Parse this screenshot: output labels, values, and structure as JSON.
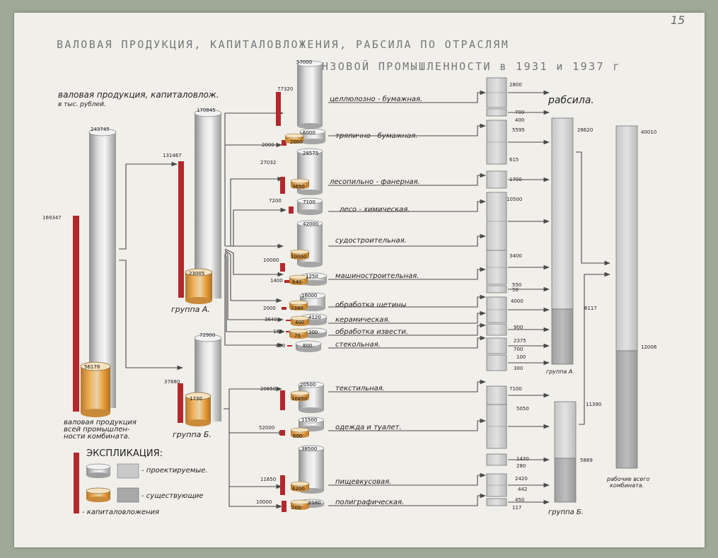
{
  "sheet": {
    "page_number": "15"
  },
  "title": {
    "line1": "ВАЛОВАЯ ПРОДУКЦИЯ, КАПИТАЛОВЛОЖЕНИЯ, РАБСИЛА ПО ОТРАСЛЯМ",
    "line2": "ЦЕНЗОВОЙ ПРОМЫШЛЕННОСТИ в 1931 и 1937 г"
  },
  "header_note": {
    "line1": "валовая продукция, капиталовлож.",
    "line2": "в тыс. рублей."
  },
  "workforce_header": "рабсила.",
  "total": {
    "label": [
      "валовая продукция",
      "всей промышлен-",
      "ности комбината."
    ],
    "gross_1937": "243745",
    "gross_1931": "56178",
    "capital": "169347"
  },
  "group_a": {
    "label": "группа А.",
    "gross_1937": "170845",
    "gross_1931": "23005",
    "capital": "131467"
  },
  "group_b": {
    "label": "группа Б.",
    "gross_1937": "72900",
    "gross_1931": "1730",
    "capital": "37880"
  },
  "branches": [
    {
      "name": "целлюлозно - бумажная.",
      "gross_1937": "57000",
      "gross_1931": "",
      "capital": "77320",
      "workers": [
        "2800"
      ]
    },
    {
      "name": "тряпично - бумажная.",
      "gross_1937": "6000",
      "gross_1931": "2000",
      "capital": "2000",
      "workers": [
        "700",
        "400",
        "5595"
      ]
    },
    {
      "name": "лесопильно - фанерная.",
      "gross_1937": "28575",
      "gross_1931": "3650",
      "capital": "27032",
      "workers": [
        "615",
        "1700"
      ]
    },
    {
      "name": "лесо - химическая.",
      "gross_1937": "7100",
      "gross_1931": "",
      "capital": "7200",
      "workers": [
        "10500"
      ]
    },
    {
      "name": "судостроительная.",
      "gross_1937": "42000",
      "gross_1931": "10000",
      "capital": "10000",
      "workers": [
        "3400"
      ]
    },
    {
      "name": "машиностроительная.",
      "gross_1937": "1250",
      "gross_1931": "640",
      "capital": "1400",
      "workers": [
        "550",
        "50"
      ]
    },
    {
      "name": "обработка щетины",
      "gross_1937": "16000",
      "gross_1931": "2340",
      "capital": "2000",
      "workers": [
        "4000"
      ]
    },
    {
      "name": "керамическая.",
      "gross_1937": "4120",
      "gross_1931": "400",
      "capital": "3640",
      "workers": [
        "900"
      ]
    },
    {
      "name": "обработка извести.",
      "gross_1937": "300",
      "gross_1931": "75",
      "capital": "185",
      "workers": [
        "2375"
      ]
    },
    {
      "name": "стекольная.",
      "gross_1937": "800",
      "gross_1931": "",
      "capital": "600",
      "workers": [
        "700",
        "100",
        "300"
      ]
    },
    {
      "name": "текстильная.",
      "gross_1937": "20500",
      "gross_1931": "10450",
      "capital": "20650",
      "workers": [
        "7100",
        "5050"
      ]
    },
    {
      "name": "одежда и туалет.",
      "gross_1937": "11500",
      "gross_1931": "600",
      "capital": "52000",
      "workers": [
        "1430",
        "280"
      ]
    },
    {
      "name": "пищевкусовая.",
      "gross_1937": "38500",
      "gross_1931": "6200",
      "capital": "11650",
      "workers": [
        "2420",
        "442"
      ]
    },
    {
      "name": "полиграфическая.",
      "gross_1937": "2180",
      "gross_1931": "200",
      "capital": "10000",
      "workers": [
        "450",
        "117"
      ]
    }
  ],
  "workforce": {
    "group_a": {
      "label": "группа А",
      "top": "28620",
      "mid": "6117"
    },
    "group_b": {
      "label": "группа Б.",
      "top": "11390",
      "mid": "5889"
    },
    "total": {
      "label": [
        "рабочие всего",
        "комбината."
      ],
      "top": "40010",
      "mid": "12006"
    }
  },
  "legend": {
    "title": "ЭКСПЛИКАЦИЯ:",
    "planned": "- проектируемые.",
    "existing": "- существующие",
    "capital": "- капиталовложения"
  },
  "colors": {
    "capital_bar": "#b2282c",
    "existing_1931": "#e28a2a",
    "planned_1937": "#b9b9b9",
    "workforce_bar": "#bdbdbd"
  }
}
